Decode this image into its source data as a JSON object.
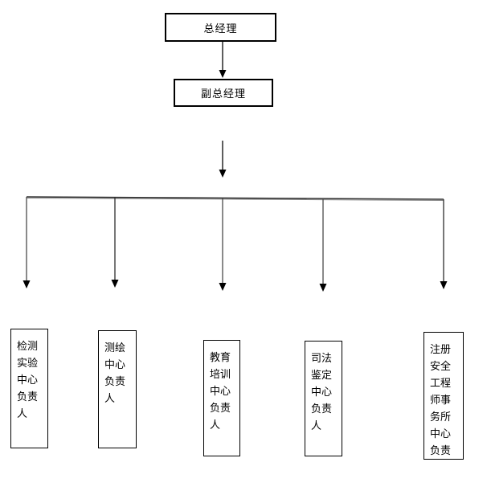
{
  "diagram": {
    "type": "org-chart",
    "root": {
      "label": "总经理"
    },
    "deputy": {
      "label": "副总经理"
    },
    "branches": [
      {
        "label": "检测\n实验\n中心\n负责\n人"
      },
      {
        "label": "测绘\n中心\n负责\n人"
      },
      {
        "label": "教育\n培训\n中心\n负责\n人"
      },
      {
        "label": "司法\n鉴定\n中心\n负责\n人"
      },
      {
        "label": "注册\n安全\n工程\n师事\n务所\n中心\n负责"
      }
    ],
    "colors": {
      "border": "#000000",
      "line": "#3f3f3f",
      "rail": "#4a4a4a",
      "arrowhead": "#000000",
      "background": "#ffffff"
    }
  }
}
